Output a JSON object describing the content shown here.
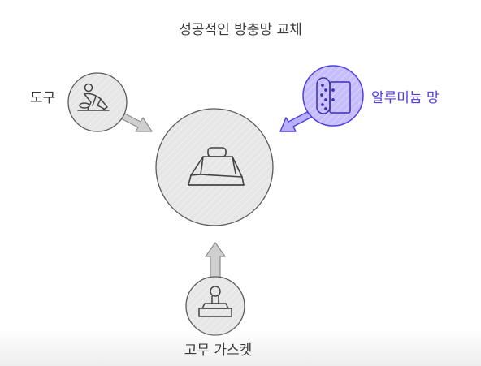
{
  "diagram": {
    "title": "성공적인 방충망 교체",
    "center": {
      "icon": "tent-icon"
    },
    "inputs": [
      {
        "id": "tools",
        "label": "도구",
        "icon": "worker-icon",
        "highlighted": false
      },
      {
        "id": "mesh",
        "label": "알루미늄 망",
        "icon": "mesh-roll-icon",
        "highlighted": true
      },
      {
        "id": "gasket",
        "label": "고무 가스켓",
        "icon": "stamp-icon",
        "highlighted": false
      }
    ],
    "colors": {
      "node_fill": "#e8e8e8",
      "node_stroke": "#5a5a5a",
      "arrow_fill": "#cfcfcf",
      "highlight_fill": "#c9c2ff",
      "highlight_stroke": "#4f3fe0",
      "highlight_arrow": "#4f3fe0"
    }
  }
}
